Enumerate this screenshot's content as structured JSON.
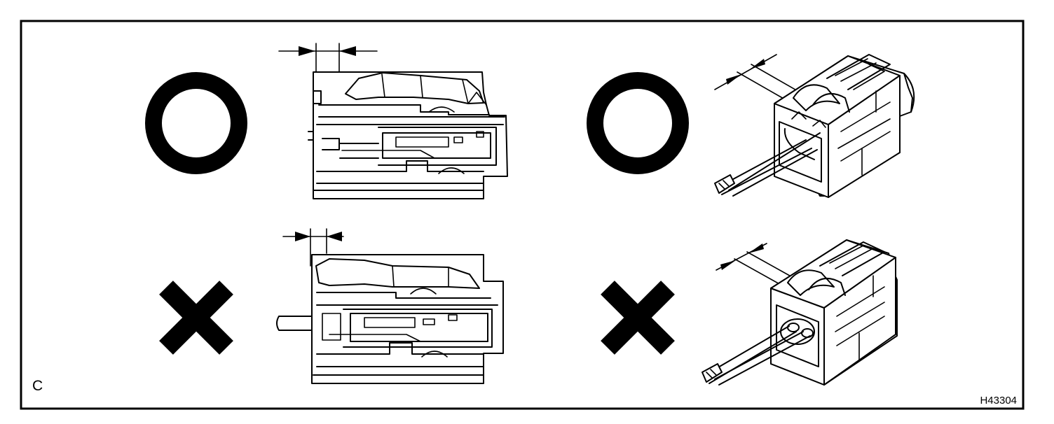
{
  "labels": {
    "corner": "C",
    "figure_code": "H43304"
  },
  "marks": {
    "top_left": "correct-mark",
    "top_right": "correct-mark",
    "bottom_left": "incorrect-mark",
    "bottom_right": "incorrect-mark"
  },
  "colors": {
    "ink": "#000000",
    "paper": "#ffffff"
  }
}
